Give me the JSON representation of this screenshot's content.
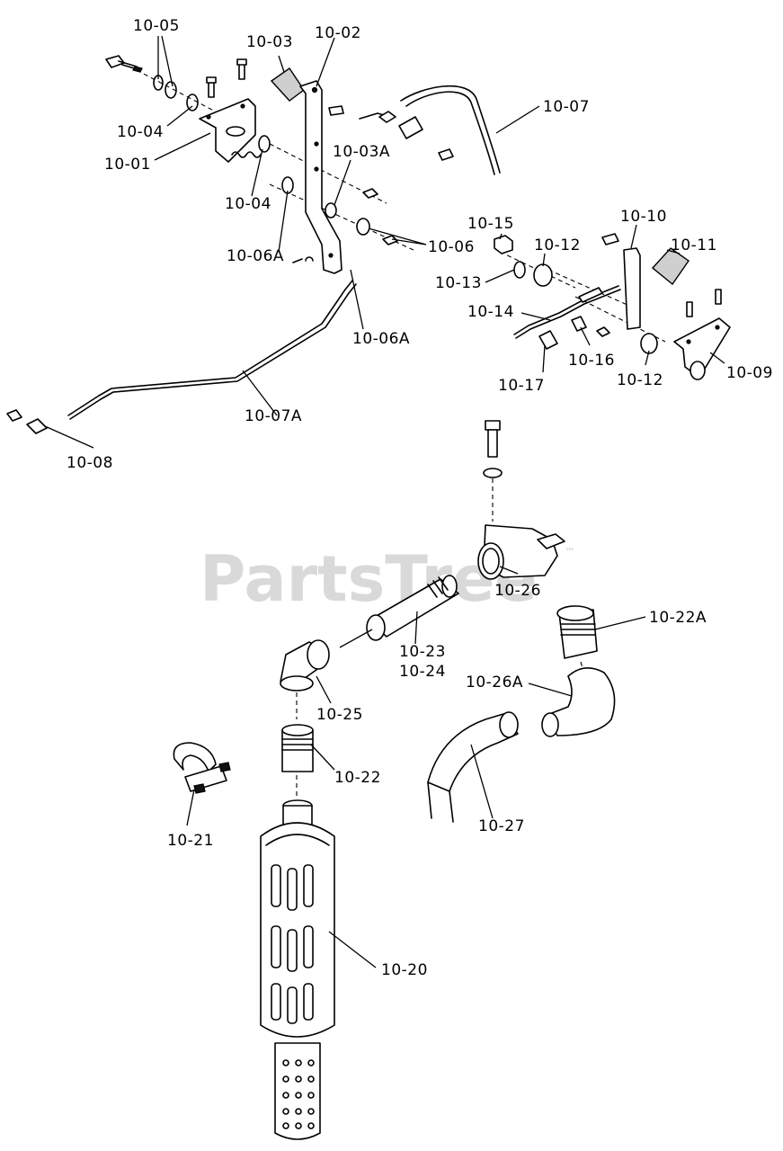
{
  "watermark": {
    "text": "PartsTree",
    "trademark": "™"
  },
  "callouts": {
    "p10_01": "10-01",
    "p10_02": "10-02",
    "p10_03": "10-03",
    "p10_03A": "10-03A",
    "p10_04a": "10-04",
    "p10_04b": "10-04",
    "p10_05": "10-05",
    "p10_06": "10-06",
    "p10_06Aa": "10-06A",
    "p10_06Ab": "10-06A",
    "p10_07": "10-07",
    "p10_07A": "10-07A",
    "p10_08": "10-08",
    "p10_09": "10-09",
    "p10_10": "10-10",
    "p10_11": "10-11",
    "p10_12a": "10-12",
    "p10_12b": "10-12",
    "p10_13": "10-13",
    "p10_14": "10-14",
    "p10_15": "10-15",
    "p10_16": "10-16",
    "p10_17": "10-17",
    "p10_20": "10-20",
    "p10_21": "10-21",
    "p10_22": "10-22",
    "p10_22A": "10-22A",
    "p10_23": "10-23",
    "p10_24": "10-24",
    "p10_25": "10-25",
    "p10_26": "10-26",
    "p10_26A": "10-26A",
    "p10_27": "10-27"
  }
}
